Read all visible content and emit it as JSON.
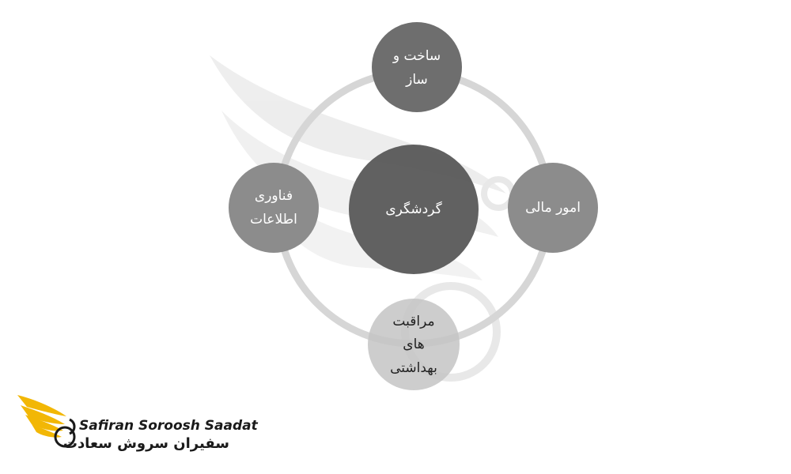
{
  "diagram": {
    "center": {
      "lines": [
        "گردشگری"
      ]
    },
    "nodes": [
      {
        "id": "construction",
        "lines": [
          "ساخت و",
          "ساز"
        ]
      },
      {
        "id": "finance",
        "lines": [
          "امور مالی"
        ]
      },
      {
        "id": "healthcare",
        "lines": [
          "مراقبت",
          "های",
          "بهداشتی"
        ]
      },
      {
        "id": "it",
        "lines": [
          "فناوری",
          "اطلاعات"
        ]
      }
    ]
  },
  "logo": {
    "latin": "Safiran Soroosh Saadat",
    "persian": "سفیران سروش سعادت"
  },
  "colors": {
    "ring": "#d6d6d6",
    "node": "#8c8c8c",
    "node_dark": "#6e6e6e",
    "center": "#585858",
    "watermark": "#e8e8e8",
    "logo_wing": "#f2b705"
  }
}
